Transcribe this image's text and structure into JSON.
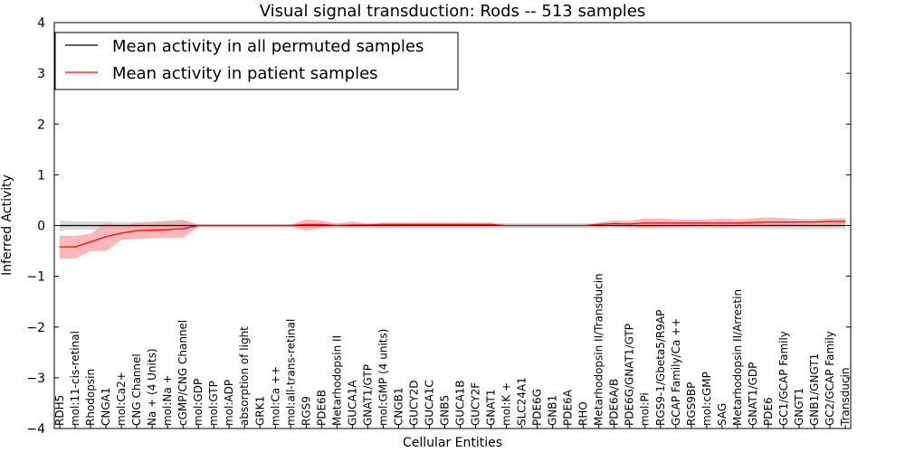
{
  "chart_data": {
    "type": "line",
    "title": "Visual signal transduction: Rods -- 513 samples",
    "xlabel": "Cellular Entities",
    "ylabel": "Inferred Activity",
    "ylim": [
      -4,
      4
    ],
    "yticks": [
      -4,
      -3,
      -2,
      -1,
      0,
      1,
      2,
      3,
      4
    ],
    "ytick_labels": [
      "−4",
      "−3",
      "−2",
      "−1",
      "0",
      "1",
      "2",
      "3",
      "4"
    ],
    "grid": false,
    "legend_position": "top-left",
    "categories": [
      "RDH5",
      "mol:11-cis-retinal",
      "Rhodopsin",
      "CNGA1",
      "mol:Ca2+",
      "CNG Channel",
      "Na + (4 Units)",
      "mol:Na +",
      "cGMP/CNG Channel",
      "mol:GDP",
      "mol:GTP",
      "mol:ADP",
      "absorption of light",
      "GRK1",
      "mol:Ca ++",
      "mol:all-trans-retinal",
      "RGS9",
      "PDE6B",
      "Metarhodopsin II",
      "GUCA1A",
      "GNAT1/GTP",
      "mol:GMP (4 units)",
      "CNGB1",
      "GUCY2D",
      "GUCA1C",
      "GNB5",
      "GUCA1B",
      "GUCY2F",
      "GNAT1",
      "mol:K +",
      "SLC24A1",
      "PDE6G",
      "GNB1",
      "PDE6A",
      "RHO",
      "Metarhodopsin II/Transducin",
      "PDE6A/B",
      "PDE6G/GNAT1/GTP",
      "mol:Pi",
      "RGS9-1/Gbeta5/R9AP",
      "GCAP Family/Ca ++",
      "RGS9BP",
      "mol:cGMP",
      "SAG",
      "Metarhodopsin II/Arrestin",
      "GNAT1/GDP",
      "PDE6",
      "GC1/GCAP Family",
      "GNGT1",
      "GNB1/GNGT1",
      "GC2/GCAP Family",
      "Transducin"
    ],
    "series": [
      {
        "name": "Mean activity in all permuted samples",
        "color": "#000000",
        "band_color": "#bbbbbb",
        "values": [
          0.0,
          0.0,
          0.0,
          0.0,
          0.0,
          0.0,
          0.0,
          0.0,
          0.0,
          0.0,
          0.0,
          0.0,
          0.0,
          0.0,
          0.0,
          0.0,
          0.0,
          0.0,
          0.0,
          0.0,
          0.0,
          0.0,
          0.0,
          0.0,
          0.0,
          0.0,
          0.0,
          0.0,
          0.0,
          0.0,
          0.0,
          0.0,
          0.0,
          0.0,
          0.0,
          0.0,
          0.0,
          0.0,
          0.0,
          0.0,
          0.0,
          0.0,
          0.0,
          0.0,
          0.0,
          0.0,
          0.0,
          0.0,
          0.0,
          0.0,
          0.0,
          0.0
        ],
        "lower": [
          -0.1,
          -0.08,
          -0.08,
          -0.08,
          -0.07,
          -0.07,
          -0.07,
          -0.07,
          -0.06,
          -0.02,
          -0.02,
          -0.02,
          -0.02,
          -0.02,
          -0.02,
          -0.02,
          -0.05,
          -0.05,
          -0.04,
          -0.04,
          -0.04,
          -0.05,
          -0.05,
          -0.05,
          -0.05,
          -0.05,
          -0.05,
          -0.05,
          -0.05,
          -0.05,
          -0.05,
          -0.05,
          -0.05,
          -0.05,
          -0.05,
          -0.05,
          -0.05,
          -0.05,
          -0.06,
          -0.06,
          -0.06,
          -0.06,
          -0.06,
          -0.06,
          -0.06,
          -0.06,
          -0.07,
          -0.07,
          -0.07,
          -0.07,
          -0.07,
          -0.07
        ],
        "upper": [
          0.1,
          0.08,
          0.08,
          0.08,
          0.07,
          0.07,
          0.08,
          0.1,
          0.12,
          0.02,
          0.02,
          0.02,
          0.02,
          0.02,
          0.02,
          0.02,
          0.05,
          0.05,
          0.04,
          0.04,
          0.04,
          0.05,
          0.05,
          0.05,
          0.05,
          0.05,
          0.05,
          0.05,
          0.05,
          0.05,
          0.05,
          0.05,
          0.05,
          0.05,
          0.05,
          0.05,
          0.05,
          0.05,
          0.06,
          0.06,
          0.06,
          0.06,
          0.06,
          0.06,
          0.06,
          0.06,
          0.07,
          0.07,
          0.07,
          0.07,
          0.07,
          0.07
        ]
      },
      {
        "name": "Mean activity in patient samples",
        "color": "#ff0000",
        "band_color": "#ff9999",
        "values": [
          -0.42,
          -0.42,
          -0.32,
          -0.22,
          -0.15,
          -0.1,
          -0.09,
          -0.08,
          -0.06,
          0.0,
          0.0,
          0.0,
          0.0,
          0.0,
          0.0,
          0.0,
          0.02,
          0.02,
          0.0,
          0.01,
          0.01,
          0.02,
          0.02,
          0.02,
          0.02,
          0.02,
          0.02,
          0.02,
          0.02,
          0.0,
          0.0,
          0.0,
          0.0,
          0.0,
          0.0,
          0.02,
          0.04,
          0.03,
          0.05,
          0.05,
          0.05,
          0.05,
          0.05,
          0.05,
          0.05,
          0.06,
          0.07,
          0.07,
          0.07,
          0.07,
          0.08,
          0.08
        ],
        "lower": [
          -0.65,
          -0.65,
          -0.5,
          -0.5,
          -0.28,
          -0.26,
          -0.25,
          -0.24,
          -0.24,
          -0.02,
          -0.02,
          -0.02,
          -0.02,
          -0.02,
          -0.02,
          -0.02,
          -0.1,
          -0.04,
          -0.02,
          -0.03,
          -0.02,
          -0.02,
          -0.02,
          -0.01,
          -0.01,
          -0.01,
          -0.01,
          -0.01,
          -0.01,
          0.0,
          0.0,
          0.0,
          0.0,
          0.0,
          0.0,
          -0.02,
          -0.01,
          -0.03,
          -0.04,
          -0.03,
          -0.02,
          -0.02,
          -0.01,
          -0.02,
          -0.01,
          0.0,
          0.0,
          0.0,
          0.01,
          0.02,
          0.02,
          0.02
        ],
        "upper": [
          -0.2,
          -0.2,
          -0.16,
          0.05,
          0.0,
          0.05,
          0.06,
          0.08,
          0.1,
          0.02,
          0.02,
          0.02,
          0.02,
          0.02,
          0.02,
          0.02,
          0.12,
          0.1,
          0.04,
          0.08,
          0.04,
          0.06,
          0.06,
          0.06,
          0.06,
          0.06,
          0.06,
          0.06,
          0.06,
          0.0,
          0.0,
          0.0,
          0.0,
          0.0,
          0.0,
          0.06,
          0.1,
          0.09,
          0.14,
          0.14,
          0.12,
          0.12,
          0.12,
          0.14,
          0.12,
          0.14,
          0.16,
          0.15,
          0.13,
          0.13,
          0.14,
          0.14
        ]
      }
    ]
  }
}
